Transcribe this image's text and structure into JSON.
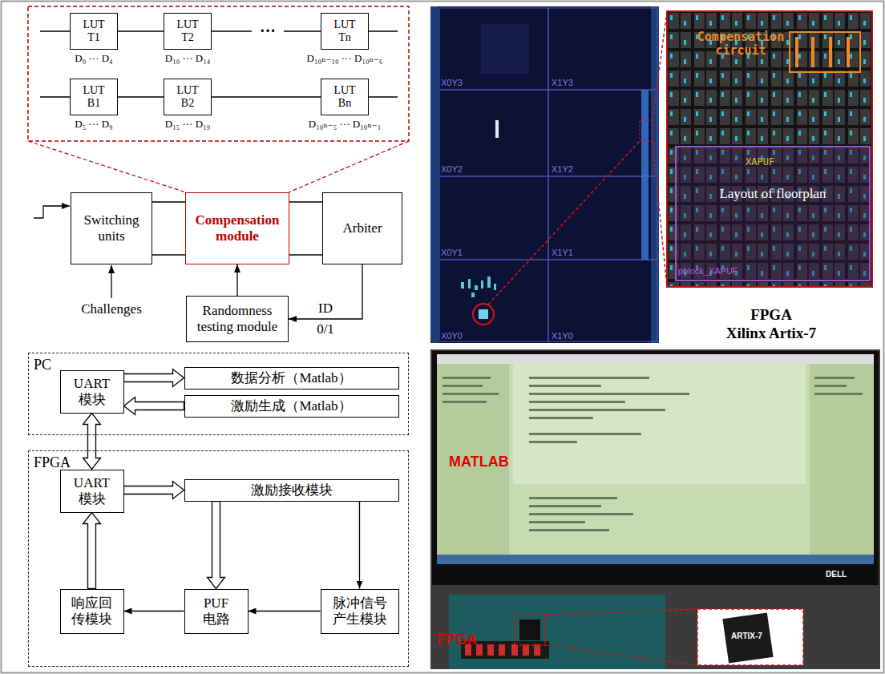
{
  "diagram": {
    "nodes": [
      {
        "text": [
          "LUT T1"
        ]
      },
      {
        "text": [
          "LUT T2"
        ]
      },
      {
        "text": [
          "LUT Tn"
        ]
      },
      {
        "text": [
          "LUT B1"
        ]
      },
      {
        "text": [
          "LUT B2"
        ]
      },
      {
        "text": [
          "LUT Bn"
        ]
      },
      {
        "text": [
          "Switching units"
        ]
      },
      {
        "text": [
          "Compensation module"
        ]
      },
      {
        "text": [
          "Arbiter"
        ]
      },
      {
        "text": [
          "Randomness testing module"
        ]
      },
      {
        "text": [
          "PC"
        ]
      },
      {
        "text": [
          "UART 模块"
        ],
        "in": 10
      },
      {
        "text": [
          "数据分析（Matlab）"
        ],
        "in": 10
      },
      {
        "text": [
          "激励生成（Matlab）"
        ],
        "in": 10
      },
      {
        "text": [
          "FPGA"
        ]
      },
      {
        "text": [
          "UART 模块"
        ],
        "in": 14
      },
      {
        "text": [
          "激励接收模块"
        ],
        "in": 14
      },
      {
        "text": [
          "响应回 传模块"
        ],
        "in": 14
      },
      {
        "text": [
          "PUF 电路"
        ],
        "in": 14
      },
      {
        "text": [
          "脉冲信号 产生模块"
        ],
        "in": 14
      }
    ],
    "edges": [
      {
        "from": 0,
        "to": 1,
        "arrow": "none"
      },
      {
        "from": 1,
        "to": 2,
        "arrow": "none"
      },
      {
        "from": 3,
        "to": 4,
        "arrow": "none"
      },
      {
        "from": 4,
        "to": 5,
        "arrow": "none"
      },
      {
        "from": 6,
        "to": 7,
        "arrow": "none"
      },
      {
        "from": 7,
        "to": 8,
        "arrow": "none"
      },
      {
        "from": 8,
        "to": 9,
        "arrow": "to",
        "label": "ID"
      },
      {
        "from": 9,
        "to": 7,
        "arrow": "to"
      },
      {
        "from": 11,
        "to": 12,
        "arrow": "to"
      },
      {
        "from": 13,
        "to": 11,
        "arrow": "to"
      },
      {
        "from": 11,
        "to": 15,
        "arrow": "both"
      },
      {
        "from": 15,
        "to": 16,
        "arrow": "to"
      },
      {
        "from": 16,
        "to": 18,
        "arrow": "to"
      },
      {
        "from": 16,
        "to": 19,
        "arrow": "to"
      },
      {
        "from": 19,
        "to": 18,
        "arrow": "to"
      },
      {
        "from": 18,
        "to": 17,
        "arrow": "to"
      },
      {
        "from": 17,
        "to": 15,
        "arrow": "to"
      }
    ],
    "labels": [
      "D₀ ··· D₄",
      "D₁₀ ··· D₁₄",
      "D₁₀ₙ₋₁₀ ··· D₁₀ₙ₋₆",
      "D₅ ··· D₉",
      "D₁₅ ··· D₁₉",
      "D₁₀ₙ₋₅ ··· D₁₀ₙ₋₁",
      "···",
      "Challenges",
      "0/1",
      "X0Y3",
      "X1Y3",
      "X0Y2",
      "X1Y2",
      "X0Y1",
      "X1Y1",
      "X0Y0",
      "X1Y0",
      "Compensation circuit",
      "XAPUF",
      "Layout of floorplan",
      "pblock_XAPUF",
      "FPGA",
      "Xilinx Artix-7",
      "MATLAB",
      "DELL",
      "FPGA",
      "ARTIX-7"
    ]
  }
}
